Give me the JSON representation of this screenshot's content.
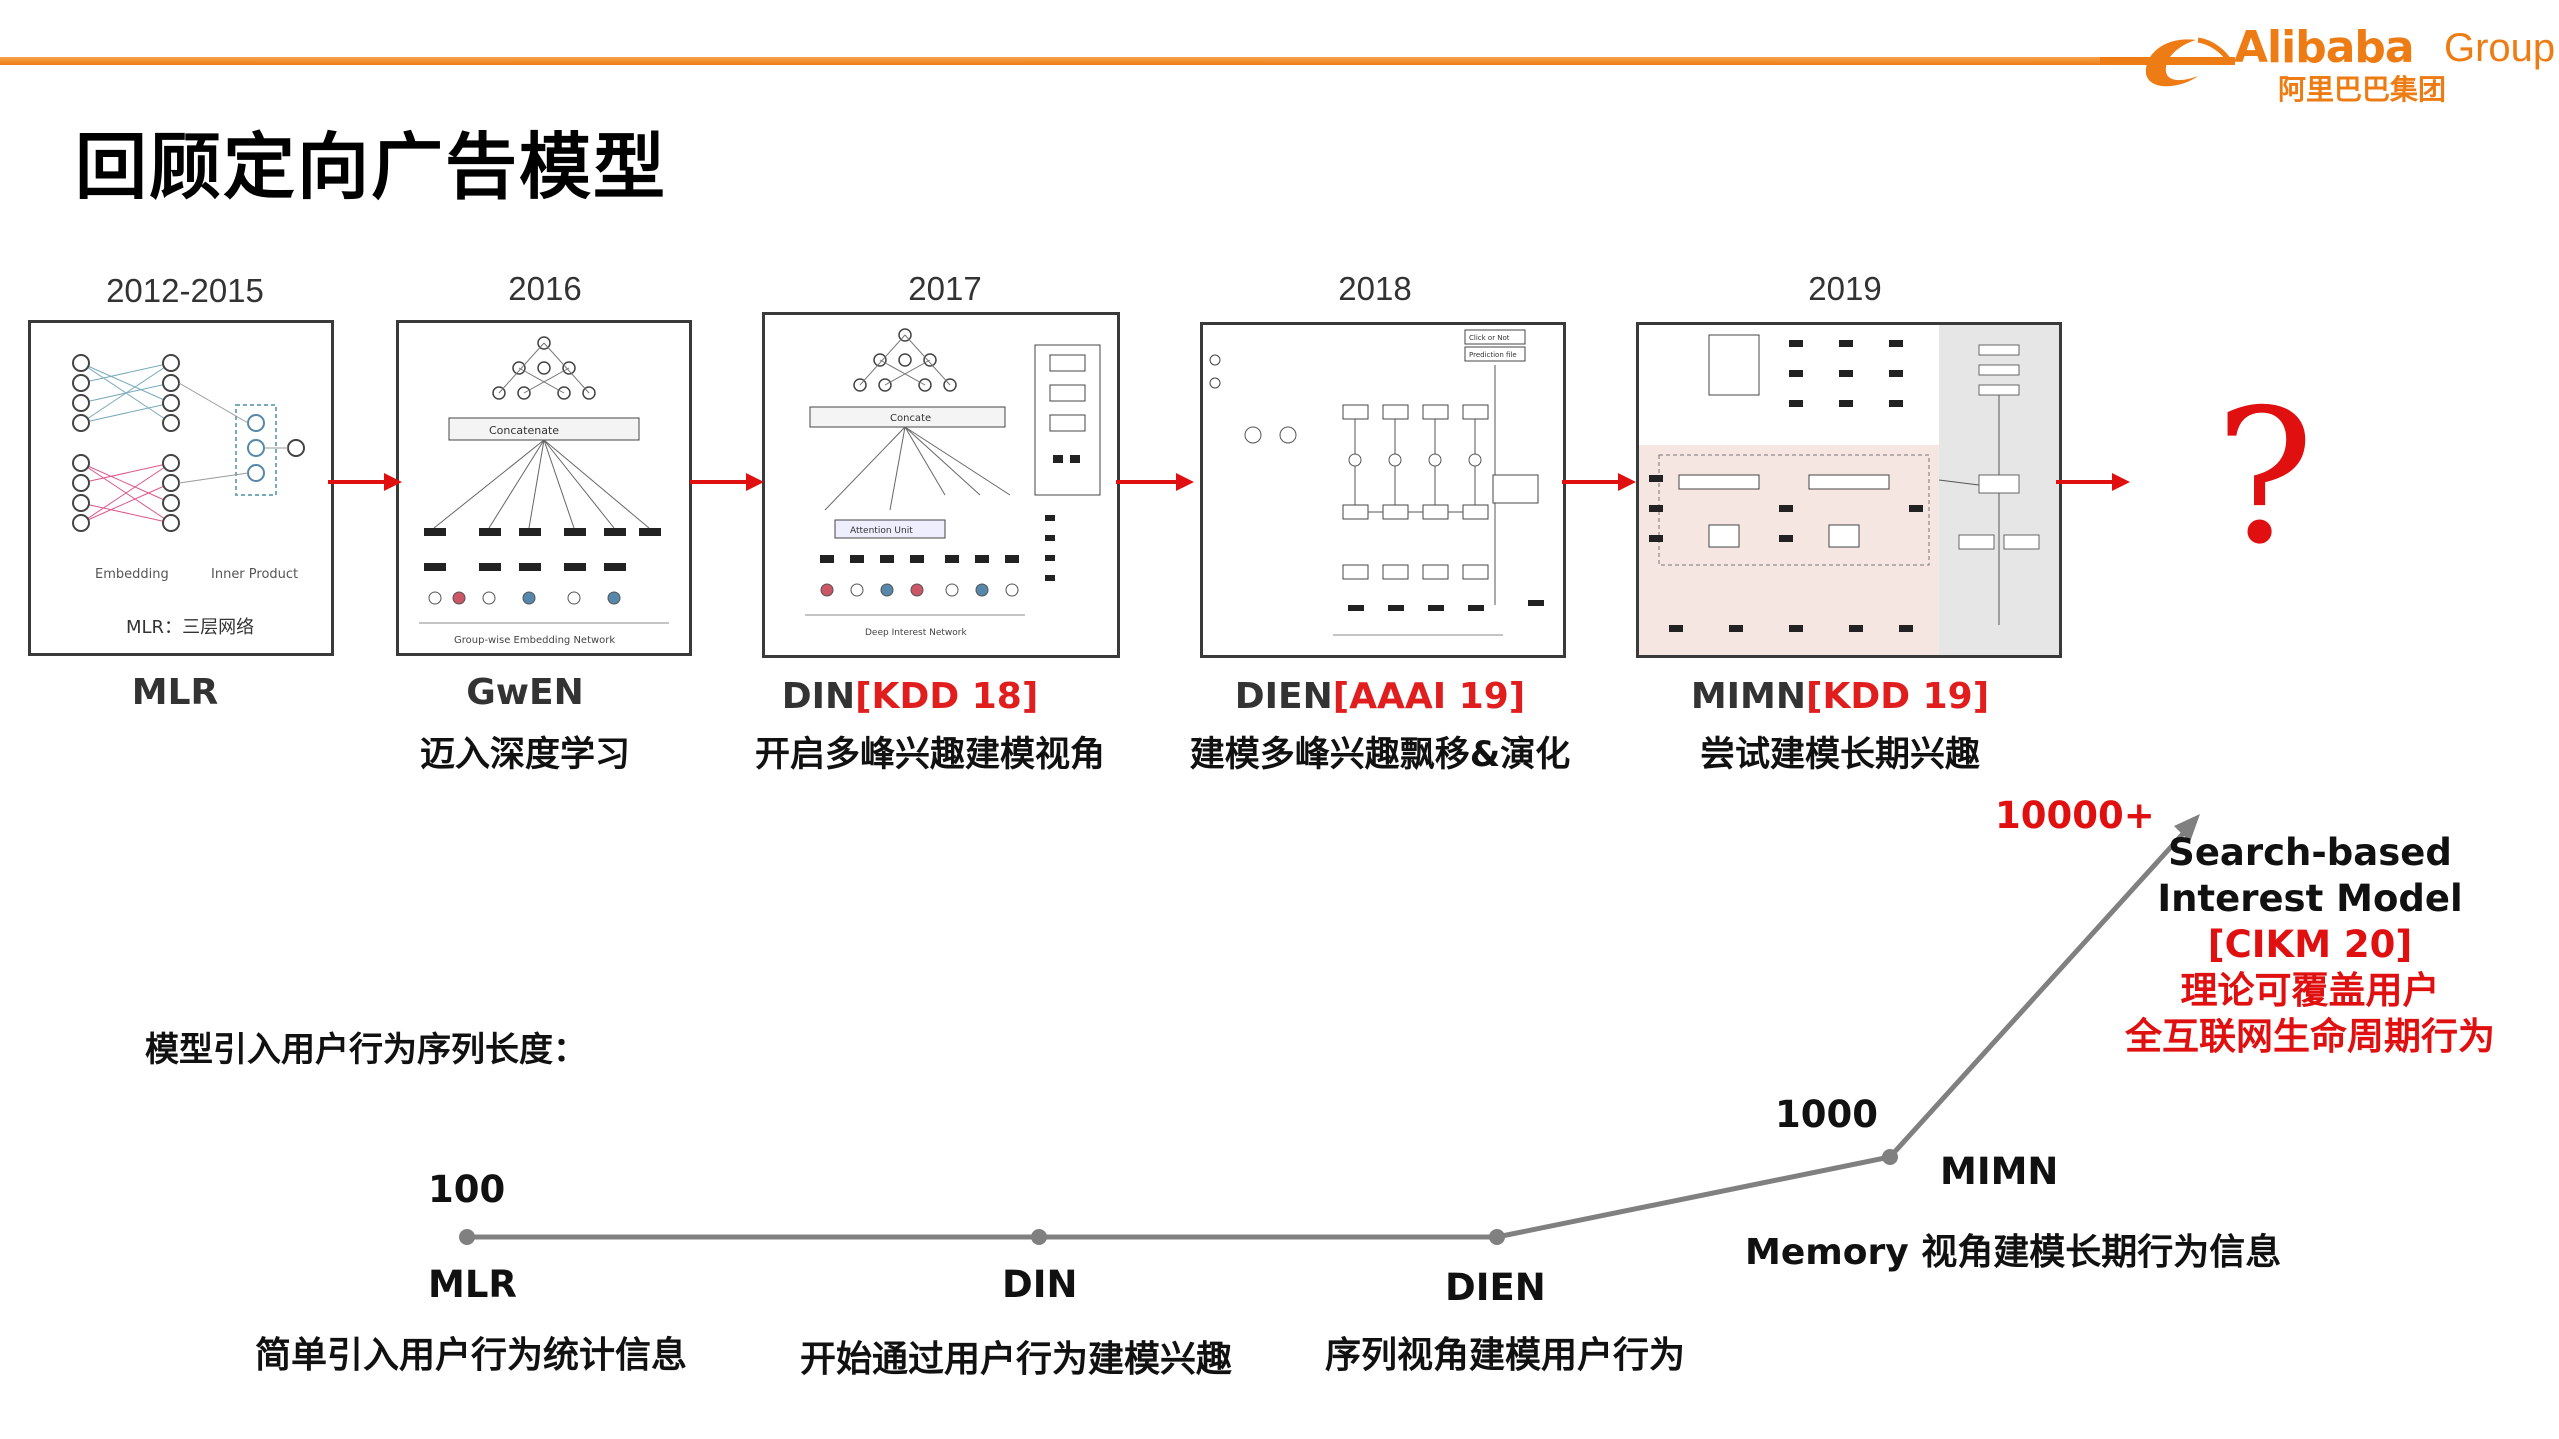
{
  "header": {
    "logo_wordmark": "Alibaba",
    "logo_group": "Group",
    "logo_chinese": "阿里巴巴集团",
    "accent_color": "#ee7c14"
  },
  "title": "回顾定向广告模型",
  "models": [
    {
      "year": "2012-2015",
      "name": "MLR",
      "venue": "",
      "desc": "",
      "thumb_caption": "MLR：三层网络",
      "thumb_labels": [
        "Embedding",
        "Inner Product"
      ]
    },
    {
      "year": "2016",
      "name": "GwEN",
      "venue": "",
      "desc": "迈入深度学习",
      "thumb_caption": "Group-wise Embedding Network",
      "thumb_labels": [
        "Concatenate"
      ]
    },
    {
      "year": "2017",
      "name": "DIN",
      "venue": "[KDD 18]",
      "desc": "开启多峰兴趣建模视角",
      "thumb_caption": "Deep Interest Network",
      "thumb_labels": [
        "Concate",
        "Attention Unit"
      ]
    },
    {
      "year": "2018",
      "name": "DIEN",
      "venue": "[AAAI 19]",
      "desc": "建模多峰兴趣飘移&演化",
      "thumb_caption": "",
      "thumb_labels": [
        "Click or Not",
        "Prediction file"
      ]
    },
    {
      "year": "2019",
      "name": "MIMN",
      "venue": "[KDD 19]",
      "desc": "尝试建模长期兴趣",
      "thumb_caption": "",
      "thumb_labels": []
    }
  ],
  "future": {
    "symbol": "?"
  },
  "sequence_length": {
    "label": "模型引入用户行为序列长度：",
    "points": [
      {
        "count": "100",
        "name": "MLR",
        "desc": "简单引入用户行为统计信息"
      },
      {
        "count": "",
        "name": "DIN",
        "desc": "开始通过用户行为建模兴趣"
      },
      {
        "count": "",
        "name": "DIEN",
        "desc": "序列视角建模用户行为"
      },
      {
        "count": "1000",
        "name": "MIMN",
        "desc": "Memory 视角建模长期行为信息"
      }
    ],
    "top": {
      "count": "10000+",
      "lines": [
        "Search-based",
        "Interest Model"
      ],
      "venue": "[CIKM 20]",
      "red_lines": [
        "理论可覆盖用户",
        "全互联网生命周期行为"
      ]
    }
  },
  "colors": {
    "red": "#e01010",
    "line_gray": "#808080"
  }
}
